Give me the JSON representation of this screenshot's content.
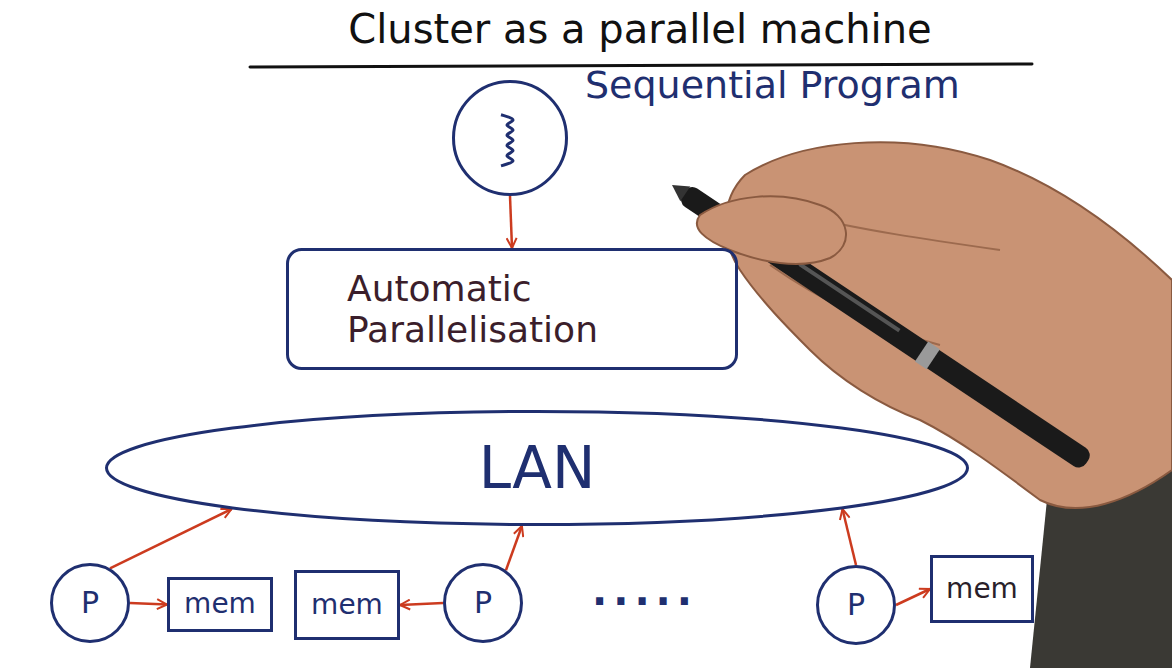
{
  "diagram": {
    "title": "Cluster as a parallel machine",
    "nodes": [
      {
        "text": [
          "Sequential Program"
        ]
      },
      {
        "text": [
          "Automatic Parallelisation"
        ]
      },
      {
        "text": [
          "LAN"
        ]
      },
      {
        "text": [
          "P"
        ]
      },
      {
        "text": [
          "mem"
        ]
      },
      {
        "text": [
          "mem"
        ]
      },
      {
        "text": [
          "P"
        ]
      },
      {
        "text": [
          "P"
        ]
      },
      {
        "text": [
          "mem"
        ]
      }
    ],
    "edges": [
      {
        "from": 0,
        "to": 1,
        "arrow": "to"
      },
      {
        "from": 3,
        "to": 2,
        "arrow": "to"
      },
      {
        "from": 3,
        "to": 4,
        "arrow": "to"
      },
      {
        "from": 6,
        "to": 5,
        "arrow": "to"
      },
      {
        "from": 6,
        "to": 2,
        "arrow": "to"
      },
      {
        "from": 7,
        "to": 2,
        "arrow": "to"
      },
      {
        "from": 7,
        "to": 8,
        "arrow": "to"
      }
    ],
    "labels": [
      "....."
    ]
  }
}
